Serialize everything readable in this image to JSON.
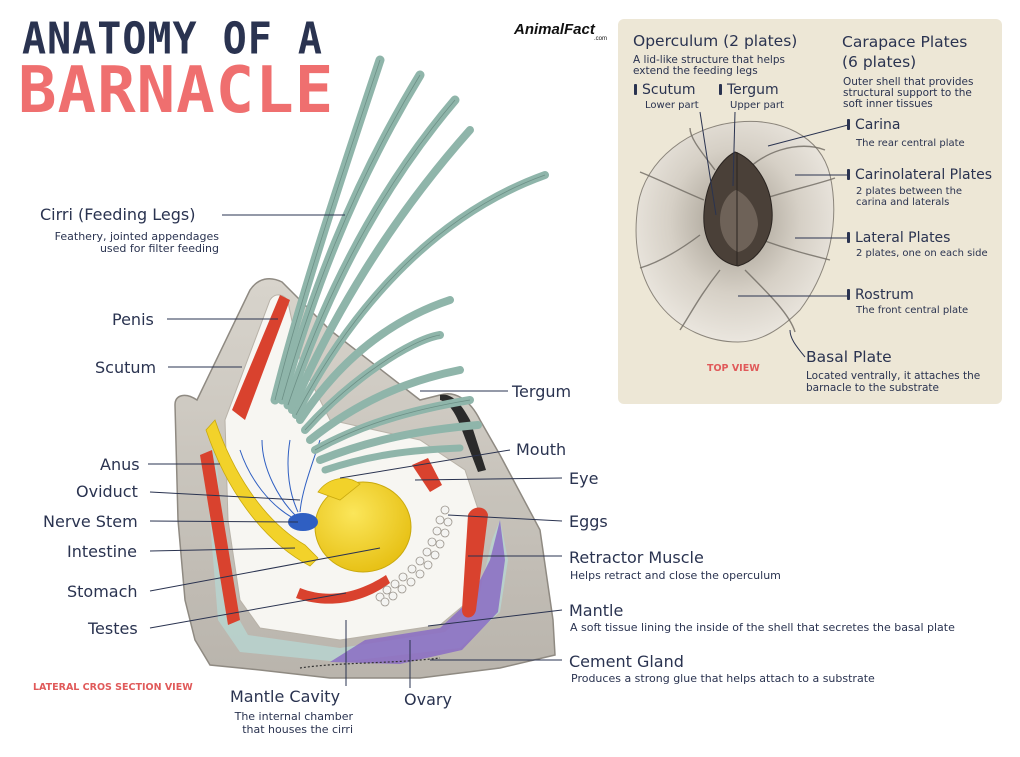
{
  "title": {
    "line1": "ANATOMY OF A",
    "line2": "BARNACLE"
  },
  "brand": {
    "name": "AnimalFact",
    "suffix": ".com"
  },
  "views": {
    "lateral": "LATERAL CROS SECTION VIEW",
    "top": "TOP VIEW"
  },
  "lateral_labels": {
    "cirri": {
      "name": "Cirri (Feeding Legs)",
      "desc1": "Feathery, jointed appendages",
      "desc2": "used for filter feeding"
    },
    "penis": "Penis",
    "scutum": "Scutum",
    "anus": "Anus",
    "oviduct": "Oviduct",
    "nerve_stem": "Nerve Stem",
    "intestine": "Intestine",
    "stomach": "Stomach",
    "testes": "Testes",
    "tergum": "Tergum",
    "mouth": "Mouth",
    "eye": "Eye",
    "eggs": "Eggs",
    "retractor_muscle": {
      "name": "Retractor Muscle",
      "desc": "Helps retract and close the operculum"
    },
    "mantle": {
      "name": "Mantle",
      "desc": "A soft tissue lining the inside of the shell that secretes the basal plate"
    },
    "cement_gland": {
      "name": "Cement Gland",
      "desc": "Produces a strong glue that helps attach to a substrate"
    },
    "mantle_cavity": {
      "name": "Mantle Cavity",
      "desc1": "The internal chamber",
      "desc2": "that houses the cirri"
    },
    "ovary": "Ovary"
  },
  "inset": {
    "operculum": {
      "title": "Operculum (2 plates)",
      "desc1": "A lid-like structure that helps",
      "desc2": "extend the feeding legs"
    },
    "scutum": {
      "name": "Scutum",
      "sub": "Lower part"
    },
    "tergum": {
      "name": "Tergum",
      "sub": "Upper part"
    },
    "carapace": {
      "title1": "Carapace Plates",
      "title2": "(6 plates)",
      "desc1": "Outer shell that provides",
      "desc2": "structural support to the",
      "desc3": "soft inner tissues"
    },
    "carina": {
      "name": "Carina",
      "sub1": "The rear central plate"
    },
    "carinolateral": {
      "name": "Carinolateral Plates",
      "sub1": "2 plates between the",
      "sub2": "carina and laterals"
    },
    "lateral": {
      "name": "Lateral Plates",
      "sub1": "2 plates, one on each side"
    },
    "rostrum": {
      "name": "Rostrum",
      "sub1": "The front central plate"
    },
    "basal": {
      "name": "Basal Plate",
      "desc1": "Located ventrally, it attaches the",
      "desc2": "barnacle to the substrate"
    }
  },
  "colors": {
    "title_dark": "#2a3350",
    "title_accent": "#ef6f6f",
    "inset_bg": "#ede7d6",
    "muscle_red": "#d9422e",
    "stomach_yellow": "#f2d22a",
    "mantle_purple": "#8a6cc4",
    "nerve_blue": "#2f5fc2",
    "cirri_green": "#a9c9bf",
    "shell_grey": "#cfcac4"
  }
}
